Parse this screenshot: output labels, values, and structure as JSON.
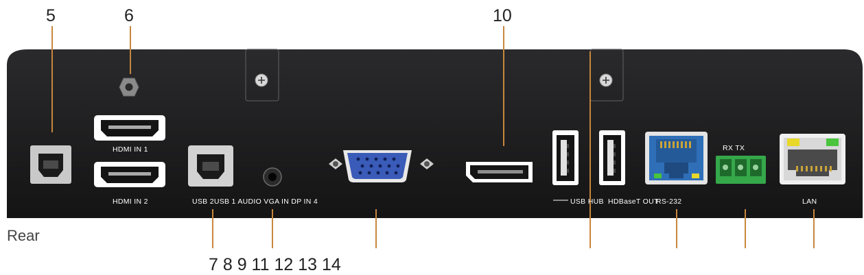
{
  "callouts": {
    "c5": "5",
    "c6": "6",
    "c10": "10",
    "bottom": "7 8 9 11 12 13 14"
  },
  "panel_labels": {
    "hdmi_in_1": "HDMI IN 1",
    "hdmi_in_2": "HDMI IN 2",
    "usb_group": "USB 2USB 1 AUDIO VGA IN DP IN 4",
    "usb_hub": "USB HUB",
    "hdbaset_out": "HDBaseT OUT",
    "rs232": "RS-232",
    "rx_tx": "RX TX",
    "lan": "LAN"
  },
  "view_label": "Rear",
  "colors": {
    "chassis": "#1c1c1e",
    "leader": "#c8873c",
    "rj45_blue": "#2f6fb8",
    "vga_blue": "#3a5bb8",
    "terminal_green": "#35a84a",
    "led_green": "#49c43c",
    "led_yellow": "#e8d82a"
  }
}
